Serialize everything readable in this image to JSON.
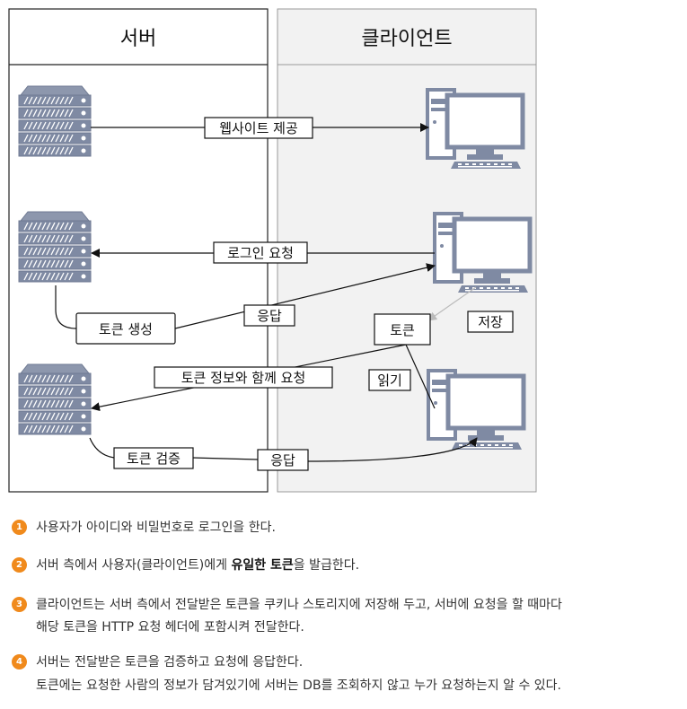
{
  "diagram": {
    "server_header": "서버",
    "client_header": "클라이언트",
    "labels": {
      "website": "웹사이트 제공",
      "login": "로그인 요청",
      "response1": "응답",
      "token_gen": "토큰 생성",
      "token": "토큰",
      "save": "저장",
      "request_with_token": "토큰 정보와 함께 요청",
      "read": "읽기",
      "token_verify": "토큰 검증",
      "response2": "응답"
    },
    "colors": {
      "client_bg": "#f2f2f2",
      "server_body": "#7f8aa3",
      "monitor_frame": "#7f8aa3",
      "screen": "#ffffff",
      "step_badge": "#f08a1c"
    }
  },
  "steps": [
    {
      "num": "1",
      "text": "사용자가 아이디와 비밀번호로 로그인을 한다."
    },
    {
      "num": "2",
      "pre": "서버 측에서 사용자(클라이언트)에게 ",
      "bold": "유일한 토큰",
      "post": "을 발급한다."
    },
    {
      "num": "3",
      "text": "클라이언트는 서버 측에서 전달받은 토큰을 쿠키나 스토리지에 저장해 두고, 서버에 요청을 할 때마다",
      "text2": "해당 토큰을 HTTP 요청 헤더에 포함시켜 전달한다."
    },
    {
      "num": "4",
      "text": "서버는 전달받은 토큰을 검증하고 요청에 응답한다.",
      "text2": "토큰에는 요청한 사람의 정보가 담겨있기에 서버는 DB를 조회하지 않고 누가 요청하는지 알 수 있다."
    }
  ]
}
